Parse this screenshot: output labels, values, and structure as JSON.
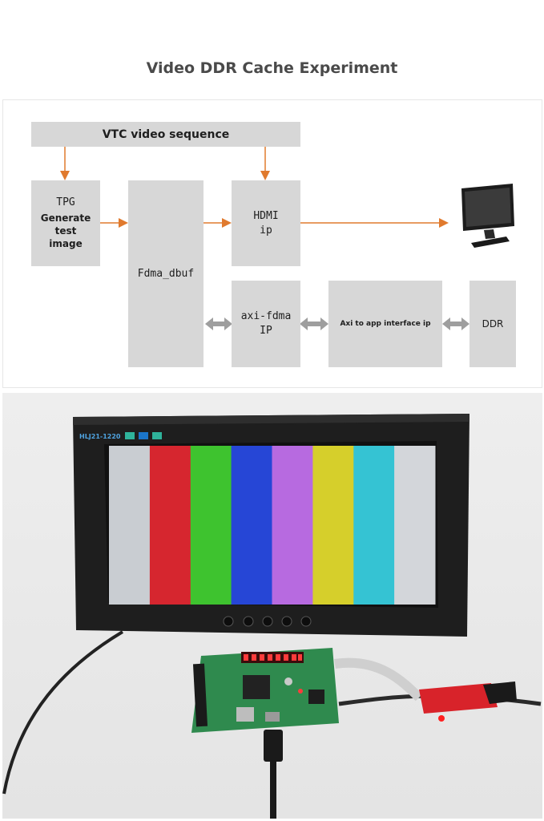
{
  "page": {
    "title": "Video DDR Cache Experiment"
  },
  "diagram": {
    "blocks": {
      "vtc": "VTC video sequence",
      "tpg_line1": "TPG",
      "tpg_line2": "Generate",
      "tpg_line3": "test",
      "tpg_line4": "image",
      "fdma_dbuf": "Fdma_dbuf",
      "hdmi_line1": "HDMI",
      "hdmi_line2": "ip",
      "axi_fdma_line1": "axi-fdma",
      "axi_fdma_line2": "IP",
      "axi_app": "Axi to app interface ip",
      "ddr": "DDR"
    },
    "icons": [
      "monitor-icon"
    ]
  },
  "photo": {
    "monitor_label": "HLJ21-1220",
    "color_bars": [
      "#c9cdd2",
      "#d6262f",
      "#3ec32f",
      "#2646d6",
      "#b76ae0",
      "#d6cf2b",
      "#35c3d3",
      "#d3d6da"
    ]
  },
  "colors": {
    "arrow_orange": "#e07a2e",
    "block_gray": "#d7d7d7",
    "bidir_gray": "#9e9e9e"
  }
}
